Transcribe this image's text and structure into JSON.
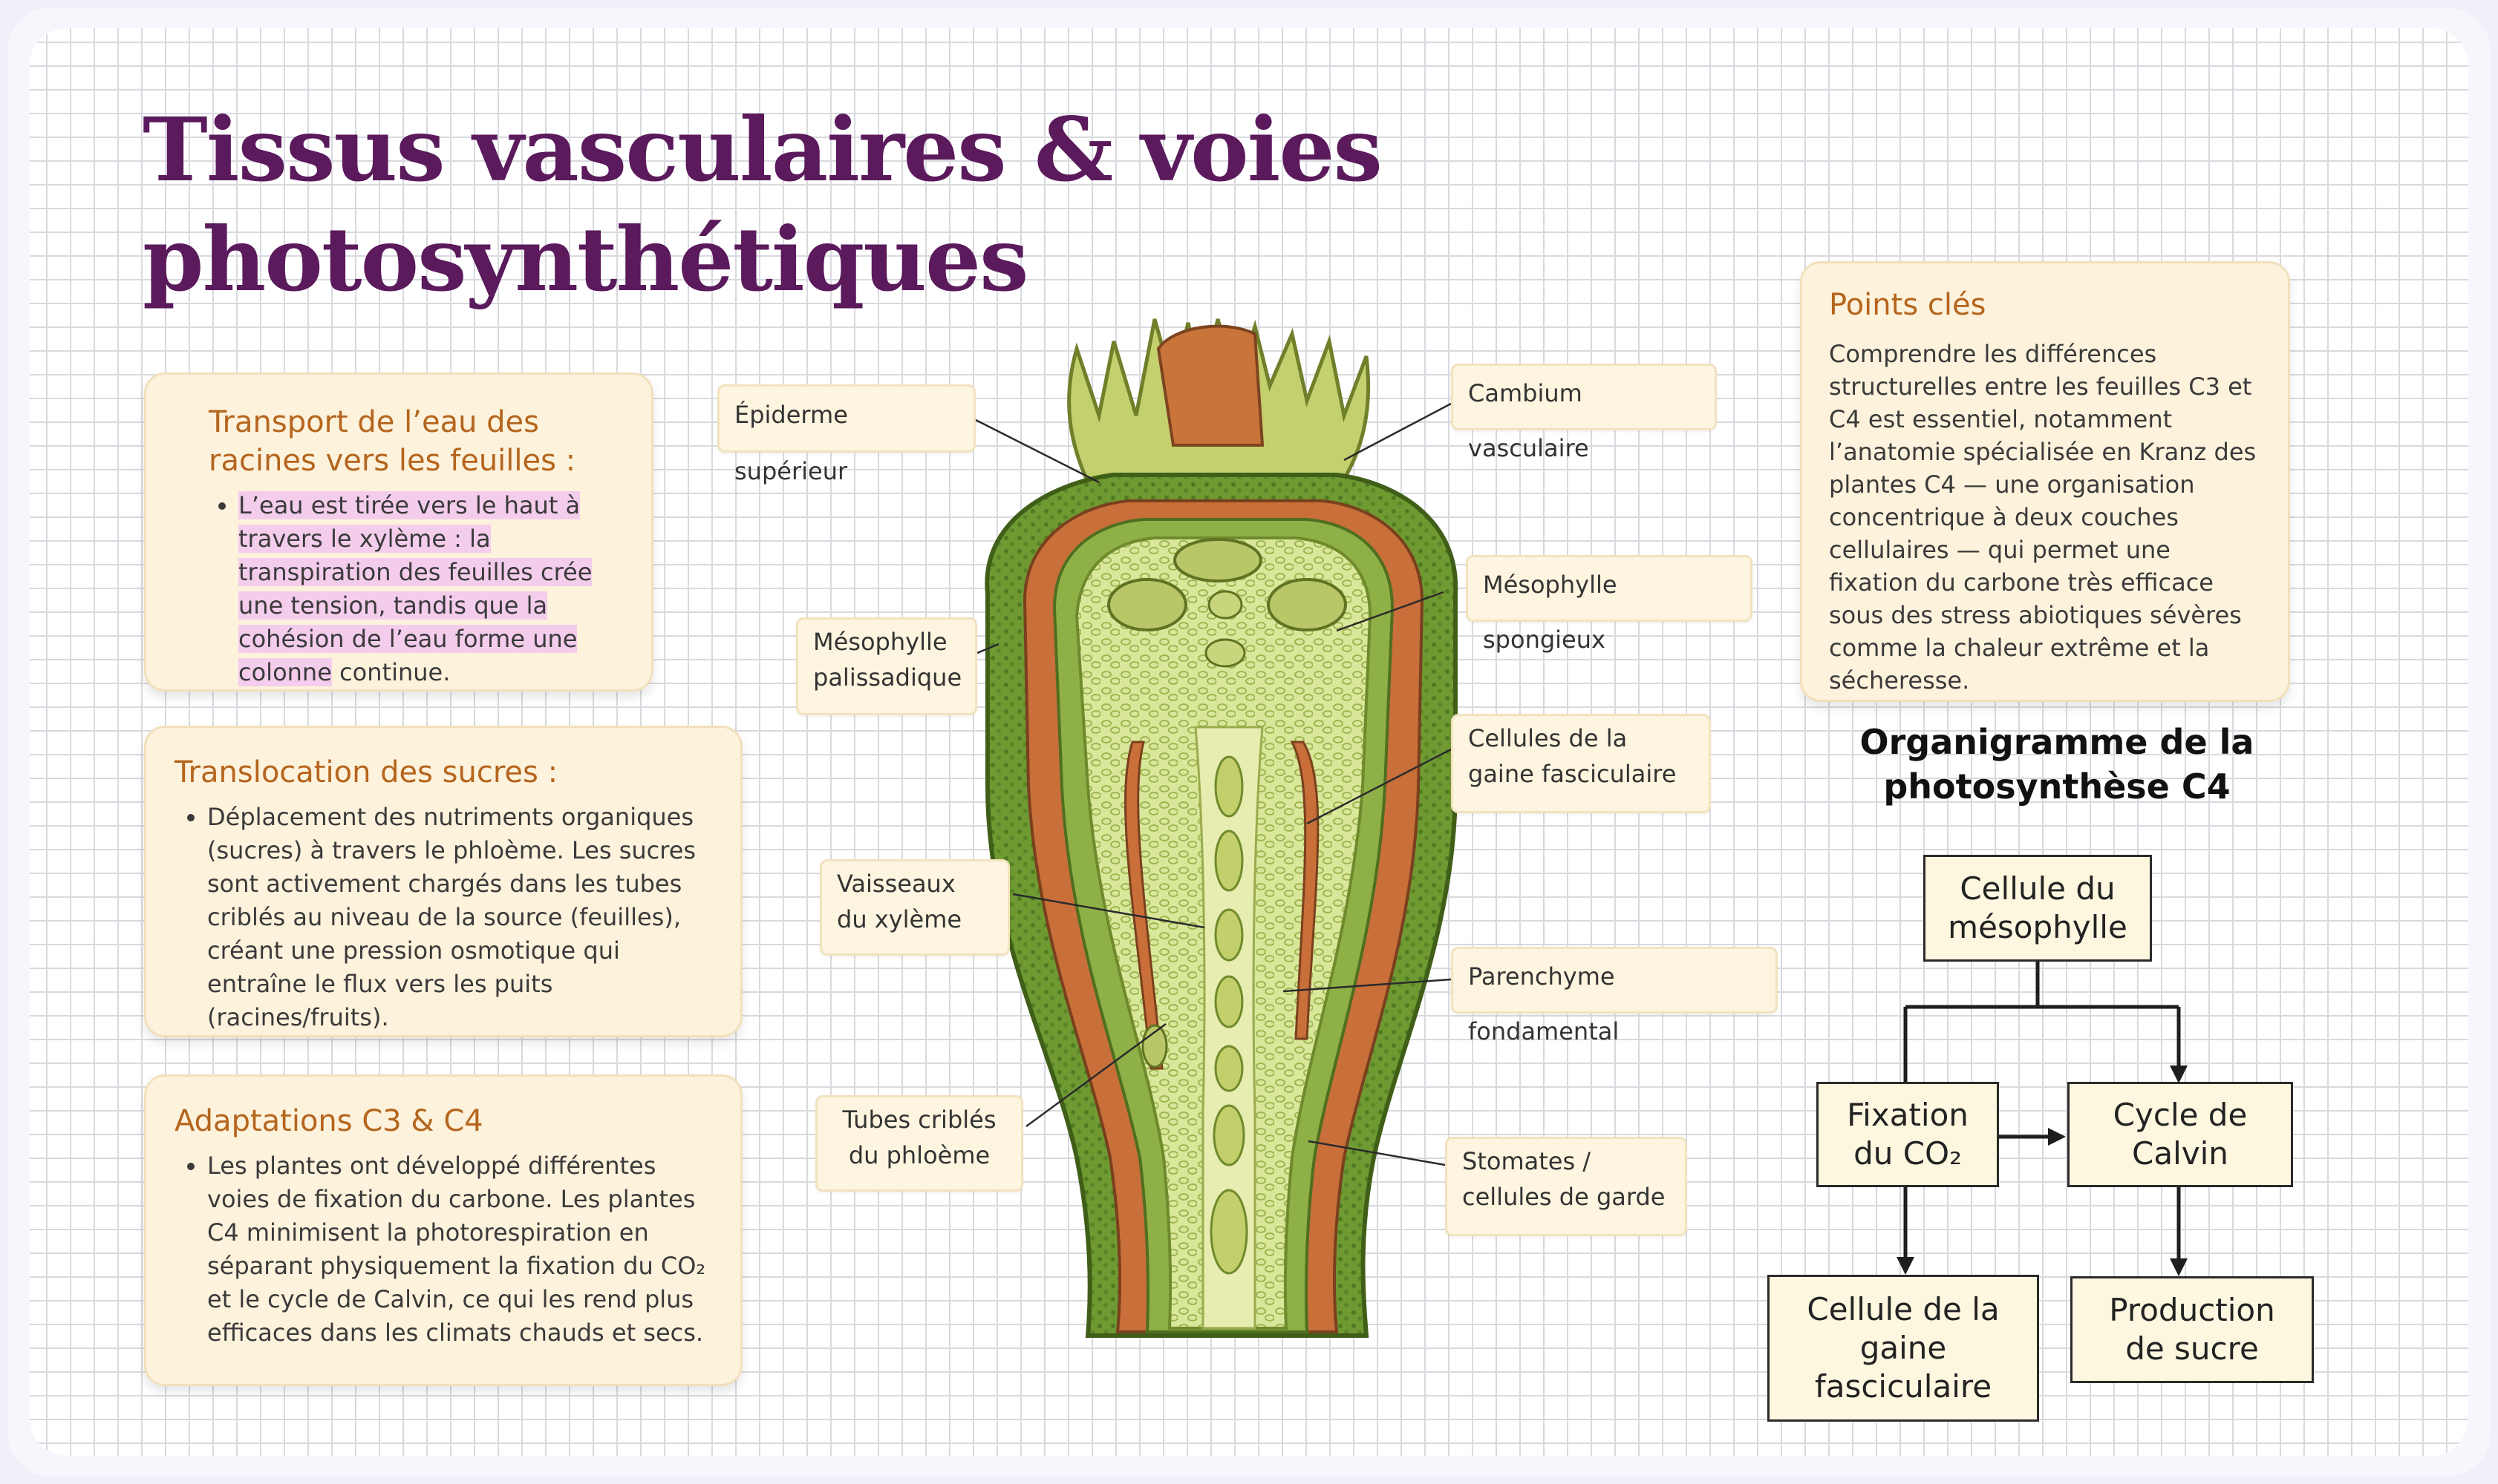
{
  "title_line1": "Tissus vasculaires & voies",
  "title_line2": "photosynthétiques",
  "cards": {
    "water": {
      "title_line1": "Transport de l’eau des",
      "title_line2": "racines vers les feuilles :",
      "highlighted": "L’eau est tirée vers le haut à travers le xylème : la transpiration des feuilles crée une tension, tandis que la cohésion de l’eau forme une colonne",
      "tail": " continue."
    },
    "sugar": {
      "title": "Translocation des sucres :",
      "body": "Déplacement des nutriments organiques (sucres) à travers le phloème. Les sucres sont activement chargés dans les tubes criblés au niveau de la source (feuilles), créant une pression osmotique qui entraîne le flux vers les puits (racines/fruits)."
    },
    "adapt": {
      "title": "Adaptations C3 & C4",
      "body": "Les plantes ont développé différentes voies de fixation du carbone. Les plantes C4 minimisent la photorespiration en séparant physiquement la fixation du CO₂ et le cycle de Calvin, ce qui les rend plus efficaces dans les climats chauds et secs."
    }
  },
  "labels": {
    "epiderme": "Épiderme supérieur",
    "palissadique": "Mésophylle palissadique",
    "xyleme": "Vaisseaux du xylème",
    "phloeme": "Tubes criblés du phloème",
    "cambium": "Cambium vasculaire",
    "spongieux": "Mésophylle spongieux",
    "gaine": "Cellules de la gaine fasciculaire",
    "parenchyme": "Parenchyme fondamental",
    "stomates": "Stomates / cellules de garde"
  },
  "key_points": {
    "title": "Points clés",
    "body": "Comprendre les différences structurelles entre les feuilles C3 et C4 est essentiel, notamment l’anatomie spécialisée en Kranz des plantes C4 — une organisation concentrique à deux couches cellulaires — qui permet une fixation du carbone très efficace sous des stress abiotiques sévères comme la chaleur extrême et la sécheresse."
  },
  "flowchart": {
    "title": "Organigramme de la photosynthèse C4",
    "mesophyll": "Cellule du mésophylle",
    "fixation": "Fixation du CO₂",
    "calvin": "Cycle de Calvin",
    "sheath": "Cellule de la gaine fasciculaire",
    "sugar": "Production de sucre"
  },
  "colors": {
    "title": "#5a1a5c",
    "card_title": "#b5651d",
    "card_bg": "#fdf2dc",
    "highlight": "#f4cdec"
  }
}
